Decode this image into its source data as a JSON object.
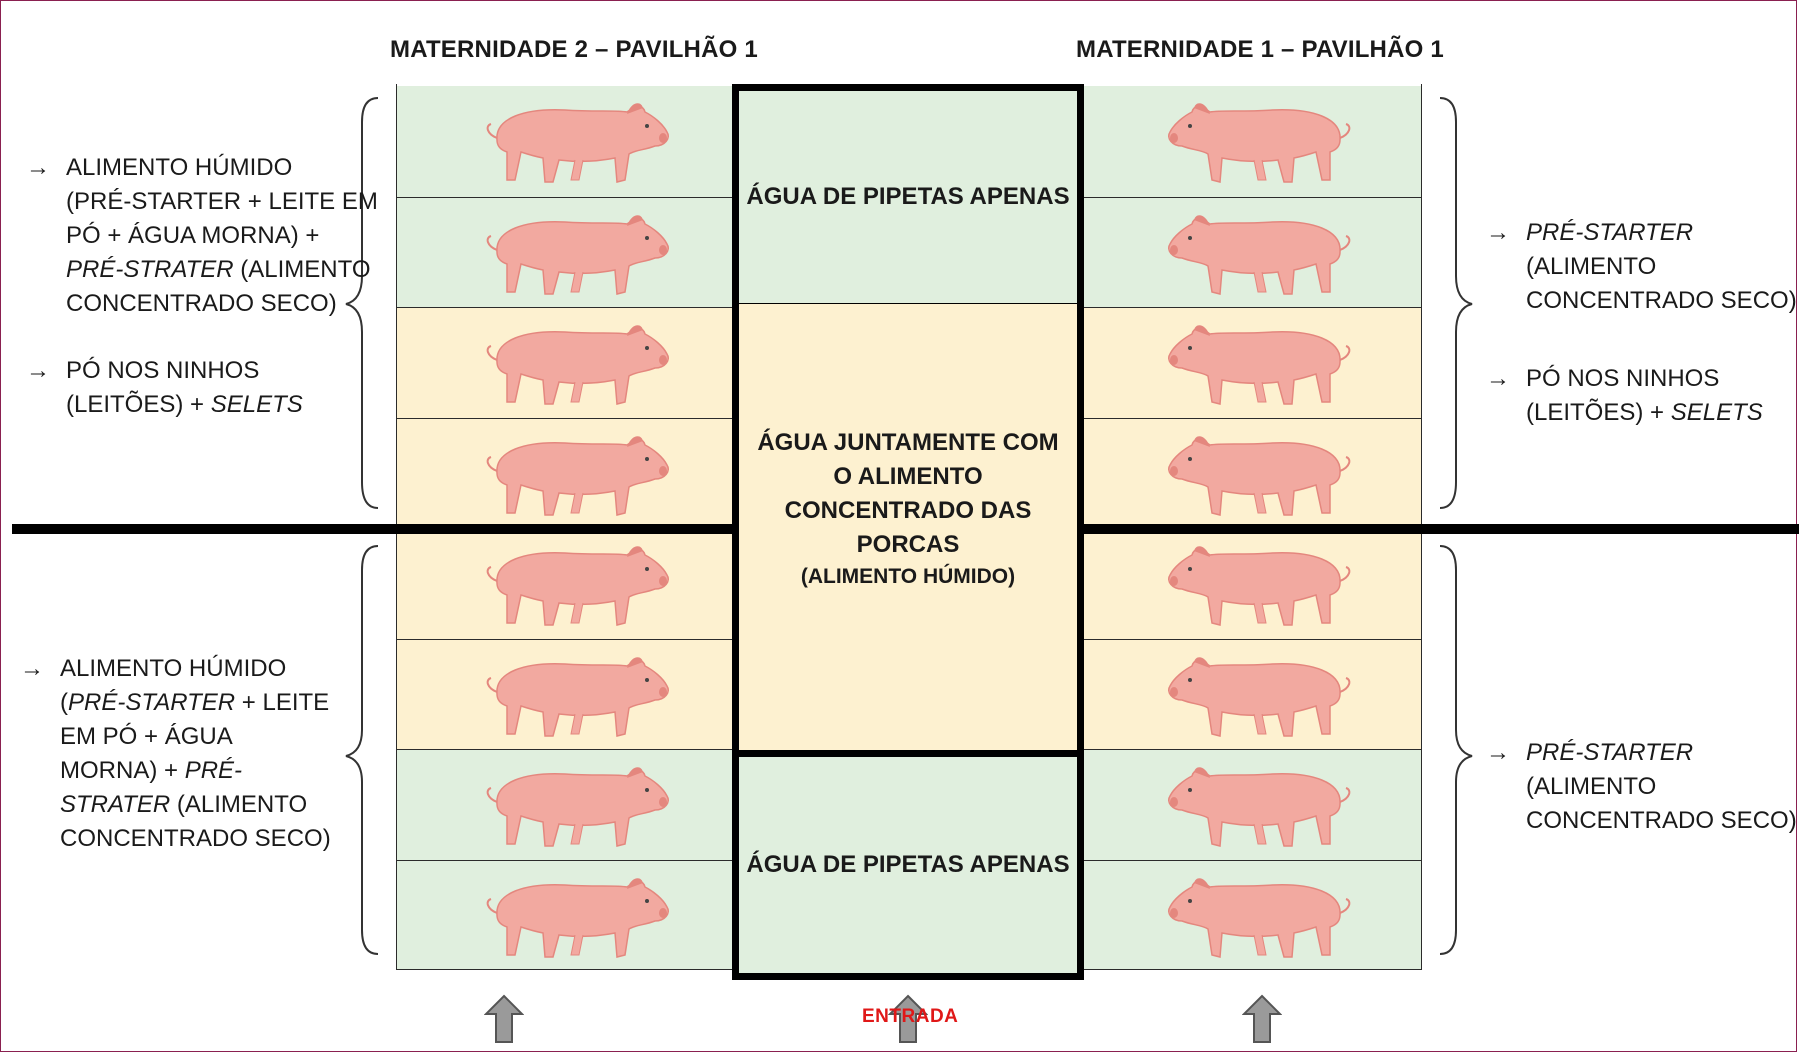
{
  "headers": {
    "left": "MATERNIDADE 2 – PAVILHÃO 1",
    "right": "MATERNIDADE 1 – PAVILHÃO 1"
  },
  "center": {
    "top": "ÁGUA DE PIPETAS APENAS",
    "middle_lines": [
      "ÁGUA JUNTAMENTE COM",
      "O ALIMENTO",
      "CONCENTRADO DAS",
      "PORCAS"
    ],
    "middle_sub": "(ALIMENTO HÚMIDO)",
    "bottom": "ÁGUA DE PIPETAS APENAS"
  },
  "pens": {
    "left_colors": [
      "green",
      "green",
      "yellow",
      "yellow",
      "yellow",
      "yellow",
      "green",
      "green"
    ],
    "right_colors": [
      "green",
      "green",
      "yellow",
      "yellow",
      "yellow",
      "yellow",
      "green",
      "green"
    ]
  },
  "notes": {
    "left_top_1": {
      "arrow": "→",
      "l1": "ALIMENTO HÚMIDO",
      "l2": "(PRÉ-STARTER + LEITE EM",
      "l3": "PÓ + ÁGUA MORNA) +",
      "l4_italic": "PRÉ-STRATER",
      "l4_rest": " (ALIMENTO",
      "l5": "CONCENTRADO SECO)"
    },
    "left_top_2": {
      "arrow": "→",
      "l1": "PÓ NOS NINHOS",
      "l2_rest": "(LEITÕES) + ",
      "l2_italic": "SELETS"
    },
    "left_bottom": {
      "arrow": "→",
      "l1": "ALIMENTO HÚMIDO",
      "l2_open": "(",
      "l2_italic": "PRÉ-STARTER",
      "l2_rest": " + LEITE",
      "l3": "EM PÓ + ÁGUA",
      "l4_rest": "MORNA) + ",
      "l4_italic": "PRÉ-",
      "l5_italic": "STRATER",
      "l5_rest": " (ALIMENTO",
      "l6": "CONCENTRADO SECO)"
    },
    "right_top_1": {
      "arrow": "→",
      "l1_italic": "PRÉ-STARTER",
      "l2": "(ALIMENTO",
      "l3": "CONCENTRADO SECO)"
    },
    "right_top_2": {
      "arrow": "→",
      "l1": "PÓ NOS NINHOS",
      "l2_rest": "(LEITÕES) + ",
      "l2_italic": "SELETS"
    },
    "right_bottom": {
      "arrow": "→",
      "l1_italic": "PRÉ-STARTER",
      "l2": "(ALIMENTO",
      "l3": "CONCENTRADO SECO)"
    }
  },
  "entrance_label": "ENTRADA",
  "colors": {
    "green": "#e0efde",
    "yellow": "#fdf1d0",
    "pig": "#f2a9a0",
    "pig_shade": "#e4877e",
    "entrance": "#e01818",
    "arrow": "#9a9a9a"
  },
  "icons": {
    "pig": "pig-icon",
    "up_arrow": "up-arrow-icon"
  }
}
